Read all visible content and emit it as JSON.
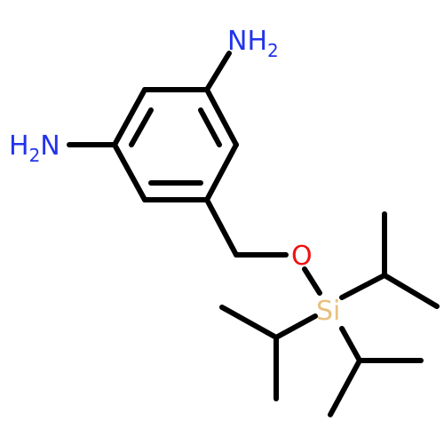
{
  "colors": {
    "bond": "#000000",
    "nitrogen": "#2233ee",
    "oxygen": "#ee1111",
    "silicon": "#e8c080"
  },
  "atoms": {
    "amine_top": {
      "main": "NH",
      "sub": "2"
    },
    "amine_left": {
      "main": "H",
      "sub": "2",
      "tail": "N"
    },
    "oxygen": "O",
    "silicon": "Si"
  }
}
